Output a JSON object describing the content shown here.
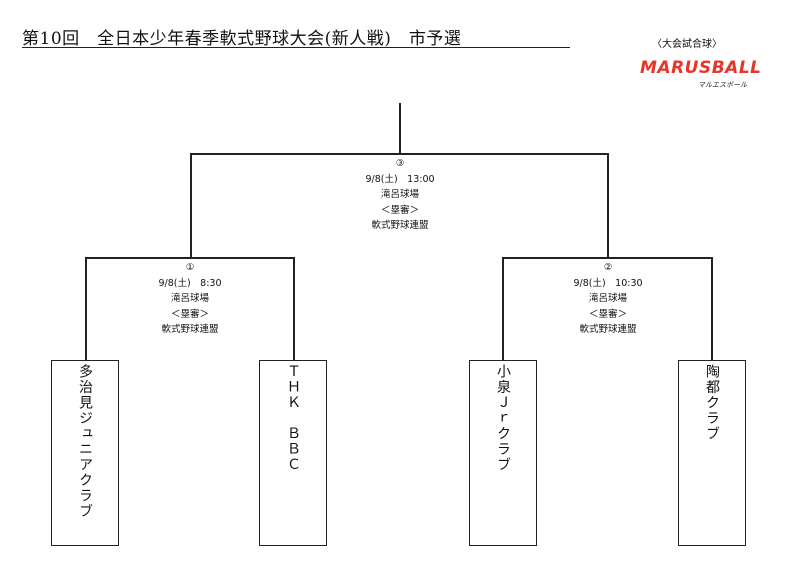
{
  "title": "第10回　全日本少年春季軟式野球大会(新人戦)　市予選",
  "ball_caption": "〈大会試合球〉",
  "logo": {
    "main": "MARUSBALL",
    "sub": "マルエスボール"
  },
  "matches": [
    {
      "number": "③",
      "datetime": "9/8(土)　13:00",
      "venue": "滝呂球場",
      "umpire_label": "＜塁審＞",
      "umpire": "軟式野球連盟"
    },
    {
      "number": "①",
      "datetime": "9/8(土)　8:30",
      "venue": "滝呂球場",
      "umpire_label": "＜塁審＞",
      "umpire": "軟式野球連盟"
    },
    {
      "number": "②",
      "datetime": "9/8(土)　10:30",
      "venue": "滝呂球場",
      "umpire_label": "＜塁審＞",
      "umpire": "軟式野球連盟"
    }
  ],
  "teams": [
    "多治見ジュニアクラブ",
    "ＴＨＫ　ＢＢＣ",
    "小泉Ｊｒクラブ",
    "陶都クラブ"
  ]
}
